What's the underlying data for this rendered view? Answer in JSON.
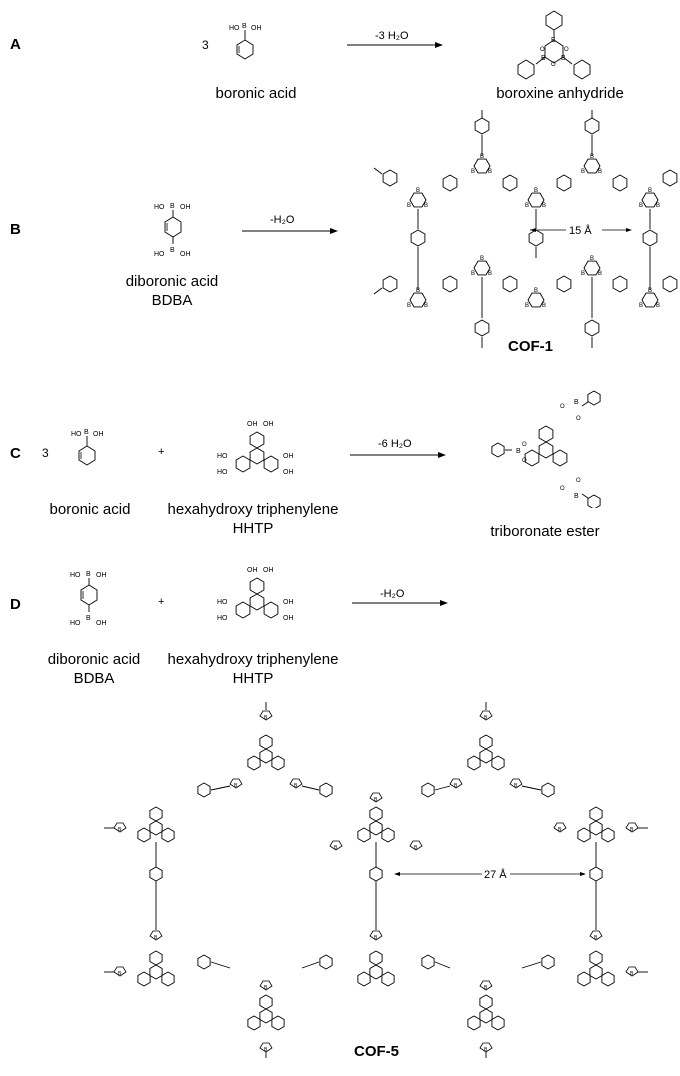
{
  "panels": {
    "A": {
      "label": "A",
      "coefficient": "3",
      "reactant": "boronic acid",
      "condition": "-3 H₂O",
      "product": "boroxine anhydride"
    },
    "B": {
      "label": "B",
      "reactant_line1": "diboronic acid",
      "reactant_line2": "BDBA",
      "condition": "-H₂O",
      "pore_size": "15 Å",
      "product": "COF-1"
    },
    "C": {
      "label": "C",
      "coefficient": "3",
      "reactant": "boronic acid",
      "plus": "+",
      "reagent_line1": "hexahydroxy triphenylene",
      "reagent_line2": "HHTP",
      "condition": "-6 H₂O",
      "product": "triboronate ester"
    },
    "D": {
      "label": "D",
      "reactant_line1": "diboronic acid",
      "reactant_line2": "BDBA",
      "plus": "+",
      "reagent_line1": "hexahydroxy triphenylene",
      "reagent_line2": "HHTP",
      "condition": "-H₂O",
      "pore_size": "27 Å",
      "product": "COF-5"
    }
  },
  "atoms": {
    "boron": "B",
    "oxygen": "O",
    "hydroxyl": "OH",
    "hydroxyl_left": "HO"
  }
}
